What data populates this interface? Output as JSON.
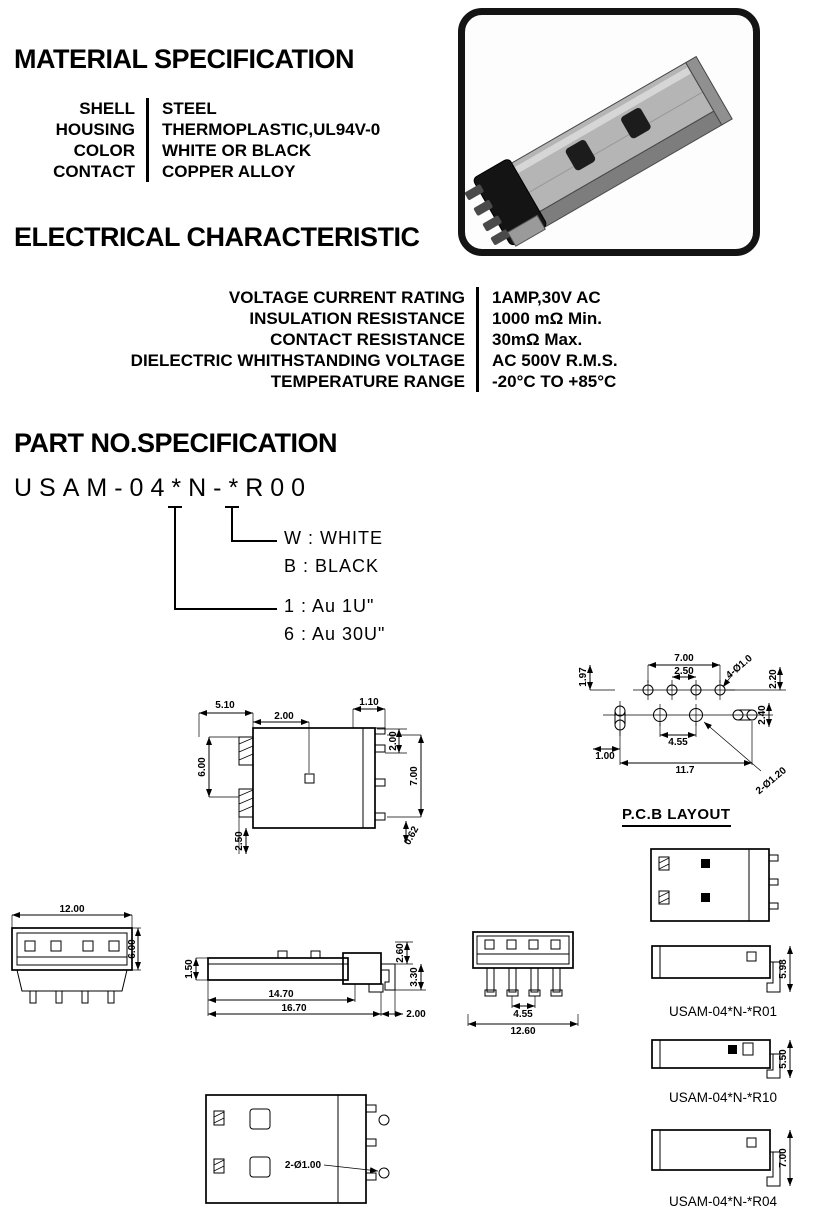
{
  "material": {
    "title": "MATERIAL SPECIFICATION",
    "rows": [
      {
        "label": "SHELL",
        "value": "STEEL"
      },
      {
        "label": "HOUSING",
        "value": "THERMOPLASTIC,UL94V-0"
      },
      {
        "label": "COLOR",
        "value": "WHITE OR BLACK"
      },
      {
        "label": "CONTACT",
        "value": "COPPER ALLOY"
      }
    ]
  },
  "electrical": {
    "title": "ELECTRICAL CHARACTERISTIC",
    "rows": [
      {
        "label": "VOLTAGE CURRENT RATING",
        "value": "1AMP,30V AC"
      },
      {
        "label": "INSULATION RESISTANCE",
        "value": "1000 mΩ Min."
      },
      {
        "label": "CONTACT RESISTANCE",
        "value": "30mΩ Max."
      },
      {
        "label": "DIELECTRIC WHITHSTANDING VOLTAGE",
        "value": "AC 500V R.M.S."
      },
      {
        "label": "TEMPERATURE RANGE",
        "value": "-20°C TO +85°C"
      }
    ]
  },
  "part_no": {
    "title": "PART NO.SPECIFICATION",
    "part_number": "USAM-04*N-*R00",
    "color_options": [
      "W : WHITE",
      "B : BLACK"
    ],
    "plating_options": [
      "1 : Au 1U\"",
      "6 : Au 30U\""
    ]
  },
  "drawings": {
    "top_view": {
      "dims": [
        "5.10",
        "2.00",
        "1.10",
        "2.00",
        "6.00",
        "7.00",
        "2.50",
        "0.62"
      ]
    },
    "pcb": {
      "label": "P.C.B LAYOUT",
      "dims": [
        "1.97",
        "7.00",
        "2.50",
        "4-Ø1.0",
        "2.20",
        "4.55",
        "1.00",
        "11.7",
        "2.40",
        "2-Ø1.20"
      ]
    },
    "front_view": {
      "dims": [
        "12.00",
        "6.00"
      ]
    },
    "side_view": {
      "dims": [
        "1.50",
        "2.60",
        "3.30",
        "14.70",
        "16.70",
        "2.00"
      ]
    },
    "front_view2": {
      "dims": [
        "4.55",
        "12.60"
      ]
    },
    "bottom_view": {
      "dims": [
        "2-Ø1.00"
      ]
    },
    "variants": [
      {
        "label": "USAM-04*N-*R01",
        "dim": "5.98"
      },
      {
        "label": "USAM-04*N-*R10",
        "dim": "5.50"
      },
      {
        "label": "USAM-04*N-*R04",
        "dim": "7.00"
      }
    ]
  }
}
